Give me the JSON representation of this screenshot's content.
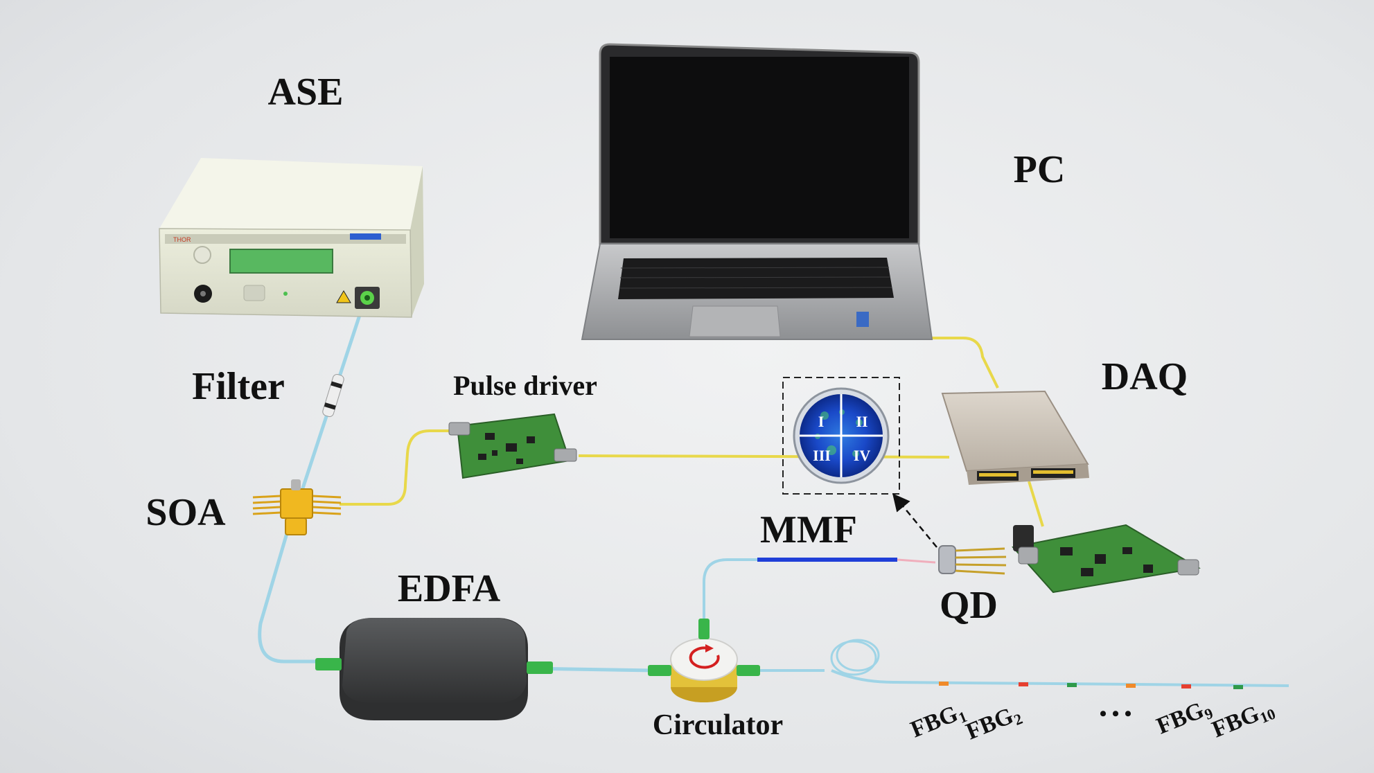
{
  "labels": {
    "ase": "ASE",
    "pc": "PC",
    "filter": "Filter",
    "pulse_driver": "Pulse driver",
    "daq": "DAQ",
    "soa": "SOA",
    "mmf": "MMF",
    "edfa": "EDFA",
    "qd": "QD",
    "circulator": "Circulator",
    "ellipsis": "• • •"
  },
  "fbg": [
    {
      "base": "FBG",
      "sub": "1"
    },
    {
      "base": "FBG",
      "sub": "2"
    },
    {
      "base": "FBG",
      "sub": "9"
    },
    {
      "base": "FBG",
      "sub": "10"
    }
  ],
  "quadrants": [
    "I",
    "II",
    "III",
    "IV"
  ],
  "colors": {
    "fiber_blue": "#9fd4e6",
    "cable_yellow": "#e8d84a",
    "mmf_blue": "#1f3fd8",
    "connector_green": "#39b54a",
    "pcb_green": "#3f8f3a",
    "circulator_yellow": "#e3c23a",
    "arrow_red": "#d42020"
  },
  "icons": [
    "laptop-icon",
    "ase-source-icon",
    "soa-chip-icon",
    "edfa-icon",
    "circulator-icon",
    "daq-icon",
    "qd-icon",
    "pcb-icon"
  ]
}
